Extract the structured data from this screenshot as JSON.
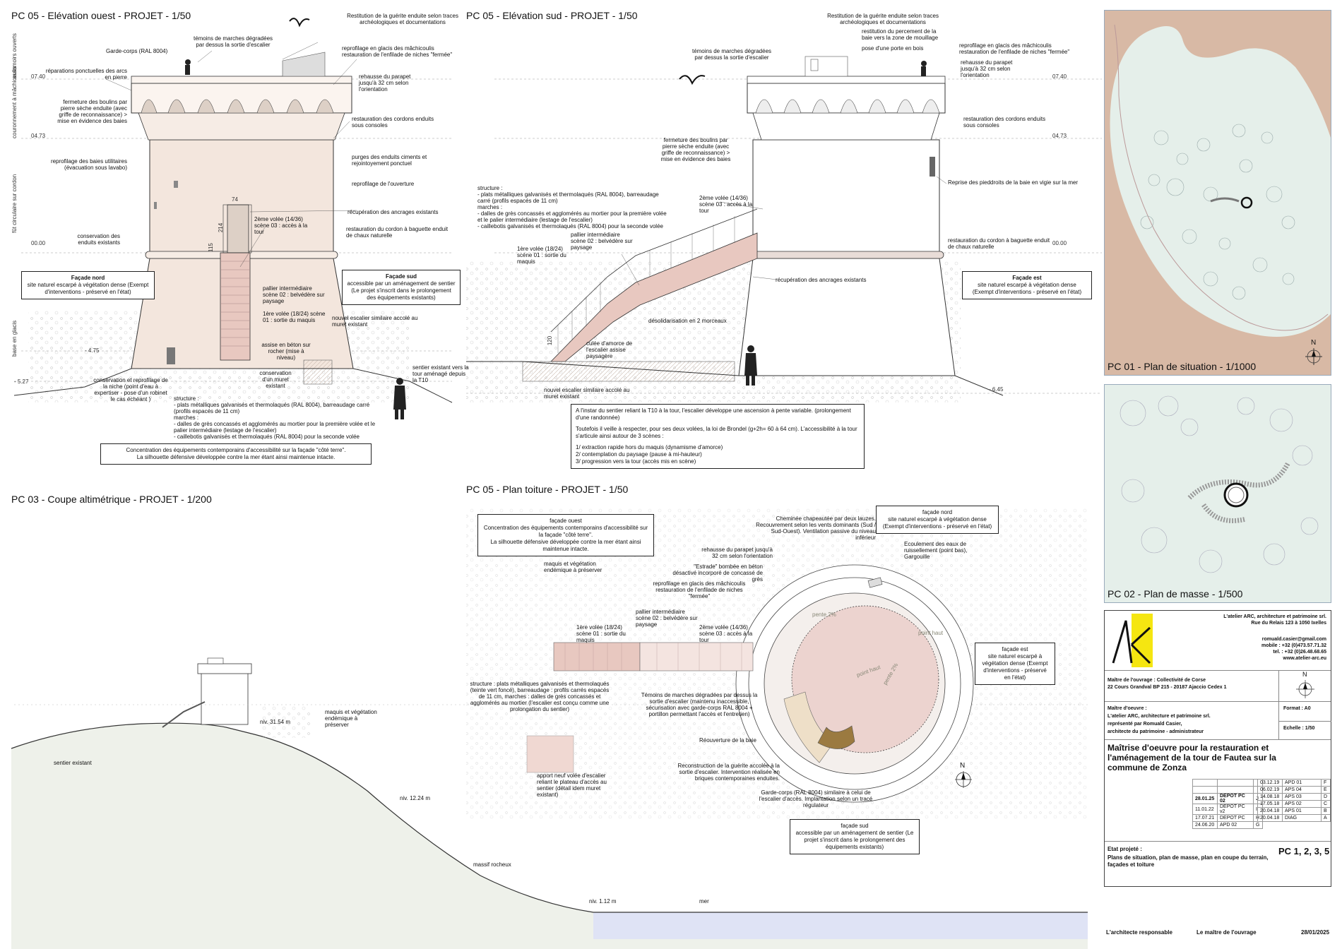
{
  "views": {
    "elev_ouest": {
      "title": "PC 05 - Elévation ouest - PROJET - 1/50",
      "levels": [
        "07.40",
        "04.73",
        "00.00",
        "- 4.75",
        "- 5.27"
      ],
      "band_labels": [
        "assomoirs ouverts",
        "couronnement à mâchicoulis",
        "fût circulaire sur cordon",
        "base en glacis"
      ],
      "dim_74": "74",
      "dim_214": "214",
      "dim_115": "115",
      "notes": [
        "témoins de marches dégradées par dessus la sortie d'escalier",
        "Restitution de la guérite enduite selon traces archéologiques et documentations",
        "Garde-corps (RAL 8004)",
        "reprofilage en glacis des mâchicoulis restauration de l'enfilade de niches \"fermée\"",
        "réparations ponctuelles des arcs en pierre",
        "rehausse du parapet jusqu'à 32 cm selon l'orientation",
        "fermeture des boulins par pierre sèche enduite (avec griffe de reconnaissance) > mise en évidence des baies",
        "restauration des cordons enduits sous consoles",
        "reprofilage des baies utilitaires (évacuation sous lavabo)",
        "purges des enduits ciments et rejointoyement ponctuel",
        "reprofilage de l'ouverture",
        "récupération des ancrages existants",
        "2ème volée (14/36) scène 03 : accès à la tour",
        "conservation des enduits existants",
        "restauration du cordon à baguette enduit de chaux naturelle",
        "pallier intermédiaire scène 02 : belvédère sur paysage",
        "1ère volée (18/24) scène 01 : sortie du maquis",
        "nouvel escalier similaire accolé au muret existant",
        "assise en béton sur rocher (mise à niveau)",
        "conservation et reprofilage de la niche (point d'eau à expertiser - pose d'un robinet le cas échéant )",
        "conservation d'un muret existant",
        "sentier existant vers la tour aménagé depuis la T10"
      ],
      "structure_note": "structure :\n- plats métalliques galvanisés et thermolaqués (RAL 8004), barreaudage carré (profils espacés de 11 cm)\nmarches :\n- dalles de grès concassés et agglomérés au mortier pour la première volée et le palier intermédiaire (lestage de l'escalier)\n- caillebotis galvanisés et thermolaqués (RAL 8004) pour la seconde volée",
      "facade_nord_title": "Façade nord",
      "facade_nord_text": "site naturel escarpé à végétation dense (Exempt d'interventions - préservé en l'état)",
      "facade_sud_title": "Façade sud",
      "facade_sud_text": "accessible par un aménagement de sentier (Le projet s'inscrit dans le prolongement des équipements existants)",
      "conclusion_1": "Concentration des équipements contemporains d'accessibilité sur la façade \"côté terre\".",
      "conclusion_2": "La silhouette défensive développée contre la mer étant ainsi maintenue intacte."
    },
    "elev_sud": {
      "title": "PC 05 - Elévation sud - PROJET - 1/50",
      "levels": [
        "07.40",
        "04.73",
        "00.00",
        "- 6.45"
      ],
      "dim_120": "120",
      "notes": [
        "Restitution de la guérite enduite selon traces archéologiques et documentations",
        "restitution du percement de la baie vers la zone de mouillage",
        "témoins de marches dégradées par dessus la sortie d'escalier",
        "pose d'une porte en bois",
        "reprofilage en glacis des mâchicoulis restauration de l'enfilade de niches \"fermée\"",
        "rehausse du parapet jusqu'à 32 cm selon l'orientation",
        "restauration des cordons enduits sous consoles",
        "fermeture des boulins par pierre sèche enduite (avec griffe de reconnaissance) > mise en évidence des baies",
        "Reprise des pieddroits de la baie en vigie sur la mer",
        "2ème volée (14/36) scène 03 : accès à la tour",
        "pallier intermédiaire scène 02 : belvédère sur paysage",
        "1ère volée (18/24) scène 01 : sortie du maquis",
        "restauration du cordon à baguette enduit de chaux naturelle",
        "récupération des ancrages existants",
        "désolidarisation en 2 morceaux",
        "culée d'amorce de l'escalier assise paysagère",
        "nouvel escalier similaire accolé au muret existant"
      ],
      "structure_note": "structure :\n- plats métalliques galvanisés et thermolaqués (RAL 8004), barreaudage carré (profils espacés de 11 cm)\nmarches :\n- dalles de grès concassés et agglomérés au mortier pour la première volée et le palier intermédiaire (lestage de l'escalier)\n- caillebotis galvanisés et thermolaqués (RAL 8004) pour la seconde volée",
      "facade_est_title": "Façade est",
      "facade_est_text": "site naturel escarpé à végétation dense (Exempt d'interventions - préservé en l'état)",
      "brondel_1": "A l'instar du sentier reliant la T10 à la tour, l'escalier développe une ascension à pente variable. (prolongement d'une randonnée)",
      "brondel_2": "Toutefois il veille à respecter, pour ses deux volées, la loi de Brondel (g+2h= 60 à 64 cm). L'accessibilité à la tour s'articule ainsi autour de 3 scènes :",
      "brondel_3": "1/ extraction rapide hors du maquis (dynamisme d'amorce)\n2/ contemplation du paysage (pause à mi-hauteur)\n3/ progression vers la tour (accès mis en scène)"
    },
    "coupe": {
      "title": "PC 03 - Coupe altimétrique - PROJET - 1/200",
      "niv_1": "niv. 31.54 m",
      "niv_2": "niv. 12.24 m",
      "niv_3": "niv. 1.12 m",
      "label_sentier": "sentier existant",
      "label_maquis": "maquis et végétation endémique à préserver",
      "label_massif": "massif rocheux",
      "label_mer": "mer"
    },
    "toiture": {
      "title": "PC 05 - Plan toiture - PROJET - 1/50",
      "facade_ouest": "façade ouest\nConcentration des équipements contemporains d'accessibilité sur la façade \"côté terre\".\nLa silhouette défensive développée contre la mer étant ainsi maintenue intacte.",
      "facade_nord": "façade nord\nsite naturel escarpé à végétation dense (Exempt d'interventions - préservé en l'état)",
      "facade_est": "façade est\nsite naturel escarpé à végétation dense (Exempt d'interventions - préservé en l'état)",
      "facade_sud": "façade sud\naccessible par un aménagement de sentier (Le projet s'inscrit dans le prolongement des équipements existants)",
      "notes": [
        "maquis et végétation endémique à préserver",
        "Cheminée chapeautée par deux lauzes. Recouvrement selon les vents dominants (Sud / Sud-Ouest). Ventilation passive du niveau inférieur",
        "rehausse du parapet jusqu'à 32 cm selon l'orientation",
        "\"Estrade\" bombée en béton désactivé incorporé de concassé de grès",
        "Ecoulement des eaux de ruissellement (point bas), Gargouille",
        "reprofilage en glacis des mâchicoulis restauration de l'enfilade de niches \"fermée\"",
        "1ère volée (18/24) scène 01 : sortie du maquis",
        "pallier intermédiaire scène 02 : belvédère sur paysage",
        "2ème volée (14/36) scène 03 : accès à la tour",
        "structure : plats métalliques galvanisés et thermolaqués (teinte vert foncé), barreaudage : profils carrés espacés de 11 cm, marches : dalles de grès concassés et agglomérés au mortier (l'escalier est conçu comme une prolongation du sentier)",
        "Témoins de marches dégradées par dessus la sortie d'escalier (maintenu inaccessible, sécurisation avec garde-corps RAL 8004 + portillon permettant l'accès et l'entretien)",
        "Réouverture de la baie",
        "Reconstruction de la guérite accolée à la sortie d'escalier. Intervention réalisée en briques contemporaines enduites.",
        "Garde-corps (RAL 8004) similaire à celui de l'escalier d'accès. Implantation selon un tracé régulateur",
        "apport neuf volée d'escalier reliant le plateau d'accès au sentier (détail idem muret existant)"
      ],
      "roof_labels": [
        "pente 2%",
        "point haut",
        "pente 2%",
        "point haut"
      ]
    }
  },
  "panels": {
    "situation": "PC 01 - Plan de situation - 1/1000",
    "masse": "PC 02 - Plan de masse - 1/500",
    "north": "N"
  },
  "cartouche": {
    "firm_name": "L'atelier ARC, architecture et patrimoine srl.",
    "firm_address": "Rue du Relais 123 à 1050 Ixelles",
    "firm_email": "romuald.casier@gmail.com",
    "firm_mobile": "mobile : +32 (0)473.57.71.32",
    "firm_tel": "tel. : +32 (0)26.48.68.65",
    "firm_web": "www.atelier-arc.eu",
    "moa_1": "Maître de l'ouvrage : Collectivité de Corse",
    "moa_2": "22 Cours Grandval BP 215 - 20187 Ajaccio Cedex 1",
    "moe_1": "Maître d'oeuvre :",
    "moe_2": "L'atelier ARC, architecture et patrimoine srl.",
    "moe_3": "représenté par Romuald Casier,",
    "moe_4": "architecte du patrimoine - administrateur",
    "format": "Format : A0",
    "echelle": "Echelle : 1/50",
    "project_title": "Maîtrise d'oeuvre pour la restauration et l'aménagement de la tour de Fautea sur la commune de Zonza",
    "revisions_right": [
      [
        "03.12.19",
        "APD 01",
        "F"
      ],
      [
        "06.02.19",
        "APS 04",
        "E"
      ],
      [
        "14.08.18",
        "APS 03",
        "D"
      ],
      [
        "17.05.18",
        "APS 02",
        "C"
      ],
      [
        "20.04.18",
        "APS 01",
        "B"
      ],
      [
        "20.04.18",
        "DIAG",
        "A"
      ]
    ],
    "revisions_left": [
      [
        "",
        "",
        ""
      ],
      [
        "",
        "",
        ""
      ],
      [
        "28.01.25",
        "DEPOT PC 02",
        "J"
      ],
      [
        "11.01.22",
        "DEPOT PC v2",
        "I"
      ],
      [
        "17.07.21",
        "DEPOT PC",
        "H"
      ],
      [
        "24.06.20",
        "APD 02",
        "G"
      ]
    ],
    "etat": "Etat projeté :",
    "content": "Plans de situation, plan de masse, plan en coupe du terrain, façades et toiture",
    "pc_number": "PC 1, 2, 3, 5",
    "footer_architect": "L'architecte responsable",
    "footer_moa": "Le maître de l'ouvrage",
    "footer_date": "28/01/2025"
  },
  "colors": {
    "stone": "#f3e6dd",
    "stair": "#e8c8c0",
    "roof": "#ecd3cf",
    "terrain": "#eef1ea",
    "sea": "#dfe3f5",
    "panel_green": "#e5efea",
    "coast": "#d8b9a5",
    "logo_yellow": "#f5e611"
  }
}
